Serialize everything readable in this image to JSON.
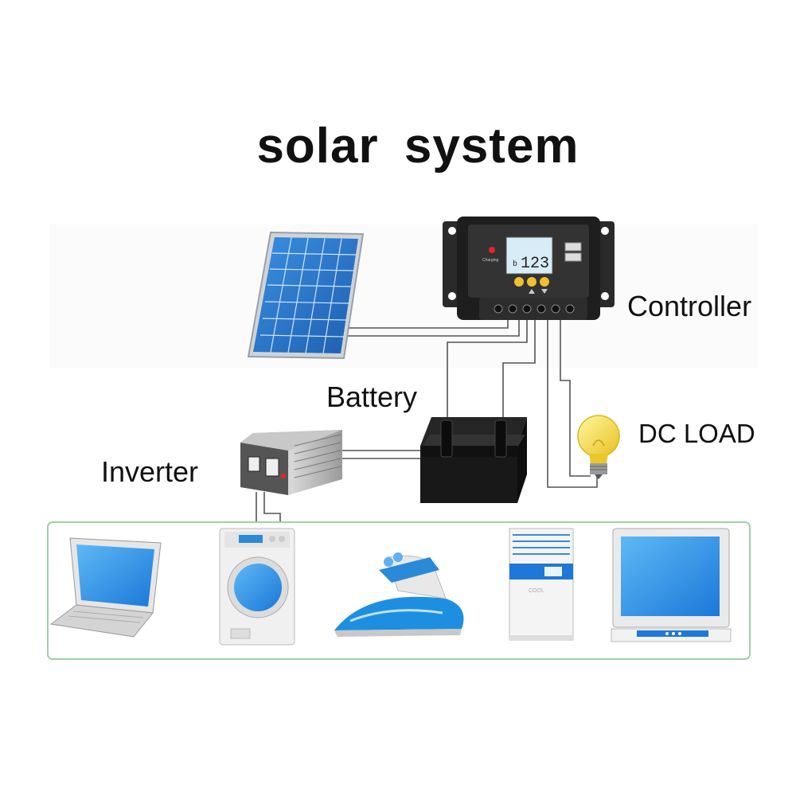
{
  "title": "solar  system",
  "labels": {
    "controller": "Controller",
    "battery": "Battery",
    "dc_load": "DC LOAD",
    "inverter": "Inverter"
  },
  "controller_display": {
    "lcd_text": "123",
    "lcd_prefix": "b",
    "indicator": "Charging"
  },
  "appliance_panel": {
    "appliances": [
      "laptop-icon",
      "washing-machine-icon",
      "iron-icon",
      "air-conditioner-icon",
      "television-icon"
    ],
    "ac_label": "COOL"
  },
  "colors": {
    "solar_blue": "#2f7fd0",
    "appliance_blue": "#1e8fe0",
    "panel_border": "#9fd0a8",
    "bulb_yellow": "#f5dc3c"
  }
}
